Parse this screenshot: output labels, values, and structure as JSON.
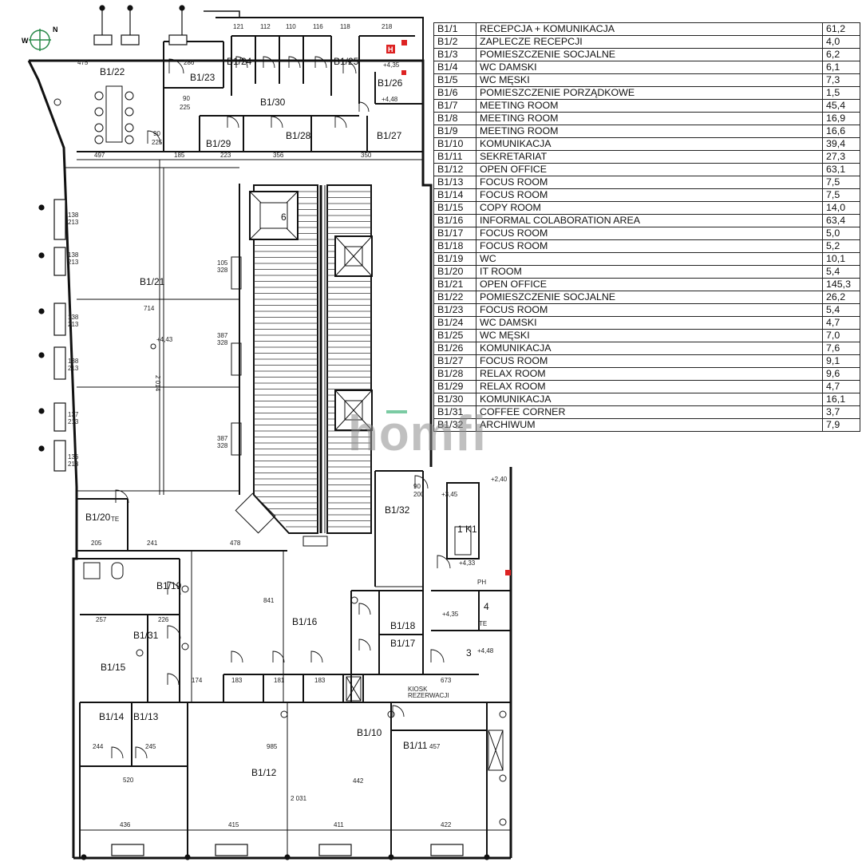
{
  "legend": [
    {
      "code": "B1/1",
      "name": "RECEPCJA + KOMUNIKACJA",
      "area": "61,2"
    },
    {
      "code": "B1/2",
      "name": "ZAPLECZE RECEPCJI",
      "area": "4,0"
    },
    {
      "code": "B1/3",
      "name": "POMIESZCZENIE SOCJALNE",
      "area": "6,2"
    },
    {
      "code": "B1/4",
      "name": "WC DAMSKI",
      "area": "6,1"
    },
    {
      "code": "B1/5",
      "name": "WC MĘSKI",
      "area": "7,3"
    },
    {
      "code": "B1/6",
      "name": "POMIESZCZENIE PORZĄDKOWE",
      "area": "1,5"
    },
    {
      "code": "B1/7",
      "name": "MEETING ROOM",
      "area": "45,4"
    },
    {
      "code": "B1/8",
      "name": "MEETING ROOM",
      "area": "16,9"
    },
    {
      "code": "B1/9",
      "name": "MEETING ROOM",
      "area": "16,6"
    },
    {
      "code": "B1/10",
      "name": "KOMUNIKACJA",
      "area": "39,4"
    },
    {
      "code": "B1/11",
      "name": "SEKRETARIAT",
      "area": "27,3"
    },
    {
      "code": "B1/12",
      "name": "OPEN OFFICE",
      "area": "63,1"
    },
    {
      "code": "B1/13",
      "name": "FOCUS ROOM",
      "area": "7,5"
    },
    {
      "code": "B1/14",
      "name": "FOCUS ROOM",
      "area": "7,5"
    },
    {
      "code": "B1/15",
      "name": "COPY ROOM",
      "area": "14,0"
    },
    {
      "code": "B1/16",
      "name": "INFORMAL COLABORATION AREA",
      "area": "63,4"
    },
    {
      "code": "B1/17",
      "name": "FOCUS ROOM",
      "area": "5,0"
    },
    {
      "code": "B1/18",
      "name": "FOCUS ROOM",
      "area": "5,2"
    },
    {
      "code": "B1/19",
      "name": "WC",
      "area": "10,1"
    },
    {
      "code": "B1/20",
      "name": "IT ROOM",
      "area": "5,4"
    },
    {
      "code": "B1/21",
      "name": "OPEN OFFICE",
      "area": "145,3"
    },
    {
      "code": "B1/22",
      "name": "POMIESZCZENIE SOCJALNE",
      "area": "26,2"
    },
    {
      "code": "B1/23",
      "name": "FOCUS ROOM",
      "area": "5,4"
    },
    {
      "code": "B1/24",
      "name": "WC DAMSKI",
      "area": "4,7"
    },
    {
      "code": "B1/25",
      "name": "WC MĘSKI",
      "area": "7,0"
    },
    {
      "code": "B1/26",
      "name": "KOMUNIKACJA",
      "area": "7,6"
    },
    {
      "code": "B1/27",
      "name": "FOCUS ROOM",
      "area": "9,1"
    },
    {
      "code": "B1/28",
      "name": "RELAX ROOM",
      "area": "9,6"
    },
    {
      "code": "B1/29",
      "name": "RELAX ROOM",
      "area": "4,7"
    },
    {
      "code": "B1/30",
      "name": "KOMUNIKACJA",
      "area": "16,1"
    },
    {
      "code": "B1/31",
      "name": "COFFEE CORNER",
      "area": "3,7"
    },
    {
      "code": "B1/32",
      "name": "ARCHIWUM",
      "area": "7,9"
    }
  ],
  "plan_labels": {
    "r22": "B1/22",
    "r23": "B1/23",
    "r24": "B1/24",
    "r25": "B1/25",
    "r26": "B1/26",
    "r30": "B1/30",
    "r29": "B1/29",
    "r28": "B1/28",
    "r27": "B1/27",
    "r21": "B1/21",
    "r20": "B1/20",
    "r19": "B1/19",
    "r31": "B1/31",
    "r15": "B1/15",
    "r16": "B1/16",
    "r18": "B1/18",
    "r17": "B1/17",
    "r32": "B1/32",
    "r14": "B1/14",
    "r13": "B1/13",
    "r12": "B1/12",
    "r10": "B1/10",
    "r11": "B1/11",
    "k1": "1 K1",
    "kiosk": "KIOSK",
    "rez": "REZERWACJI",
    "lift": "6",
    "n3": "3",
    "n4": "4",
    "te": "TE",
    "ph": "PH",
    "hyd": "H",
    "compass_w": "W",
    "compass_n": "N"
  },
  "dims": {
    "d475": "475",
    "d286": "286",
    "d497": "497",
    "d185": "185",
    "d223": "223",
    "d356": "356",
    "d350": "350",
    "d714": "714",
    "d2014": "2 014",
    "d841": "841",
    "d478": "478",
    "d205": "205",
    "d241": "241",
    "d257": "257",
    "d226": "226",
    "d174": "174",
    "d183": "183",
    "d181": "181",
    "d673": "673",
    "d520": "520",
    "d985": "985",
    "d442": "442",
    "d2031": "2 031",
    "d436": "436",
    "d415": "415",
    "d411": "411",
    "d422": "422",
    "d457": "457",
    "d244": "244",
    "d245": "245",
    "d121": "121",
    "d112": "112",
    "d110": "110",
    "d116": "116",
    "d118": "118",
    "d218": "218",
    "d90": "90",
    "d200": "200",
    "d225": "225",
    "d4_48": "+4,48",
    "d4_43": "+4,43",
    "d4_35": "+4,35",
    "d4_33": "+4,33",
    "d3_45": "+3,45",
    "d2_40": "+2,40",
    "d138": "138",
    "d213": "213",
    "d105": "105",
    "d328": "328",
    "d387": "387",
    "d137": "137",
    "d136": "136"
  },
  "watermark": "homfi"
}
